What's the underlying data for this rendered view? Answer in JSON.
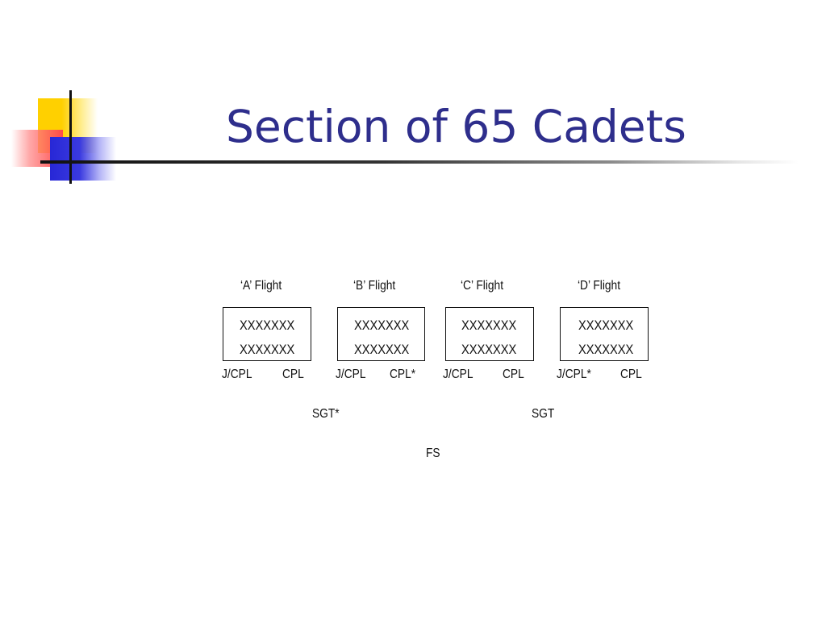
{
  "slide": {
    "title": "Section of 65 Cadets"
  },
  "diagram": {
    "flights": [
      {
        "label": "‘A’ Flight",
        "cadets": [
          "XXXXXXX",
          "XXXXXXX"
        ],
        "ranks": [
          "J/CPL",
          "CPL"
        ]
      },
      {
        "label": "‘B’ Flight",
        "cadets": [
          "XXXXXXX",
          "XXXXXXX"
        ],
        "ranks": [
          "J/CPL",
          "CPL*"
        ]
      },
      {
        "label": "‘C’ Flight",
        "cadets": [
          "XXXXXXX",
          "XXXXXXX"
        ],
        "ranks": [
          "J/CPL",
          "CPL"
        ]
      },
      {
        "label": "‘D’ Flight",
        "cadets": [
          "XXXXXXX",
          "XXXXXXX"
        ],
        "ranks": [
          "J/CPL*",
          "CPL"
        ]
      }
    ],
    "sergeants": [
      "SGT*",
      "SGT"
    ],
    "flight_sergeant": "FS"
  },
  "colors": {
    "title": "#2e2e8c",
    "accent_yellow": "#ffd000",
    "accent_red": "#ff4a4a",
    "accent_blue": "#2727d6"
  }
}
